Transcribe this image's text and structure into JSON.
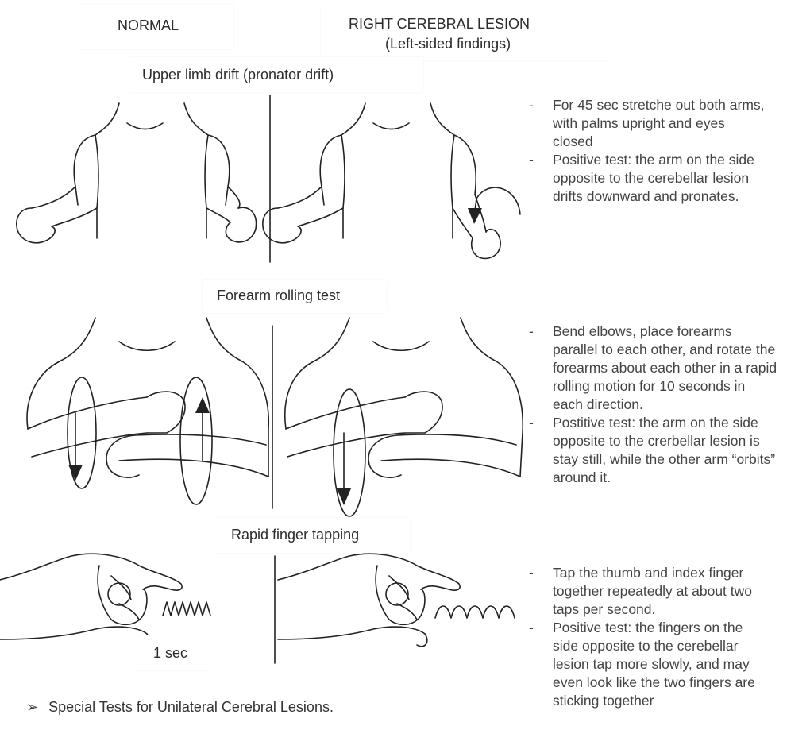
{
  "headers": {
    "normal": "NORMAL",
    "lesion_title": "RIGHT CEREBRAL LESION",
    "lesion_subtitle": "(Left-sided findings)"
  },
  "sections": [
    {
      "title": "Upper limb drift (pronator drift)",
      "bullets": [
        "For 45 sec stretche out both arms, with palms upright and eyes closed",
        "Positive test: the arm on the side opposite to the cerebellar lesion drifts downward and pronates."
      ]
    },
    {
      "title": "Forearm rolling test",
      "bullets": [
        "Bend elbows, place forearms parallel to each other, and rotate the forearms about each other in a rapid rolling motion for 10 seconds in each direction.",
        "Postitive test: the arm on the side opposite to the crerbellar lesion is stay still, while the other arm “orbits” around it."
      ]
    },
    {
      "title": "Rapid finger tapping",
      "time_label": "1 sec",
      "bullets": [
        "Tap the thumb and index finger together repeatedly at about two taps per second.",
        "Positive test: the fingers on the side opposite to the cerebellar lesion tap more slowly, and may even look like the two fingers are sticking together"
      ]
    }
  ],
  "footer": {
    "marker": "➢",
    "text": "Special Tests for Unilateral Cerebral Lesions."
  }
}
